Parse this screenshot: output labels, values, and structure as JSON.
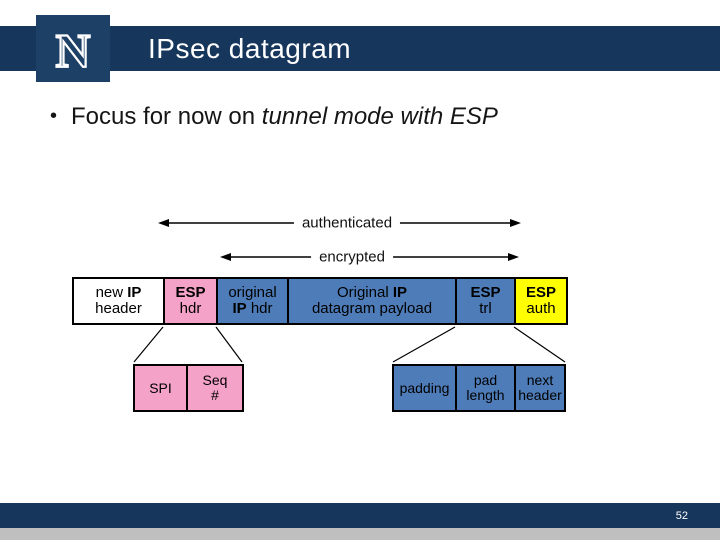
{
  "header": {
    "title": "IPsec datagram",
    "logo_letter": "N"
  },
  "bullet": {
    "marker": "•",
    "text_regular": "Focus for now on ",
    "text_italic": "tunnel mode with ESP"
  },
  "diagram": {
    "span_labels": {
      "authenticated": "authenticated",
      "encrypted": "encrypted"
    },
    "fields": {
      "new_ip": {
        "l1r": "new ",
        "l1b": "IP",
        "l2r": "header"
      },
      "esp_hdr": {
        "l1b": "ESP",
        "l2r": "hdr"
      },
      "orig_hdr": {
        "l1r": "original",
        "l2b": "IP",
        "l2r": " hdr"
      },
      "payload": {
        "l1r": "Original ",
        "l1b": "IP",
        "l2r": "datagram payload"
      },
      "esp_trl": {
        "l1b": "ESP",
        "l2r": "trl"
      },
      "esp_auth": {
        "l1b": "ESP",
        "l2r": "auth"
      }
    },
    "esp_header_detail": {
      "spi": "SPI",
      "seq_l1": "Seq",
      "seq_l2": "#"
    },
    "esp_trailer_detail": {
      "padding": "padding",
      "pad_l1": "pad",
      "pad_l2": "length",
      "next_l1": "next",
      "next_l2": "header"
    }
  },
  "footer": {
    "page_number": "52"
  },
  "colors": {
    "navy_bar": "#16365c",
    "logo_navy": "#1d4066",
    "box_blue": "#4e7cb8",
    "box_pink": "#f4a2c8",
    "box_yellow": "#ffff00",
    "footer_gray": "#bfbfbf",
    "title_text": "#ffffff",
    "body_text": "#151515"
  }
}
